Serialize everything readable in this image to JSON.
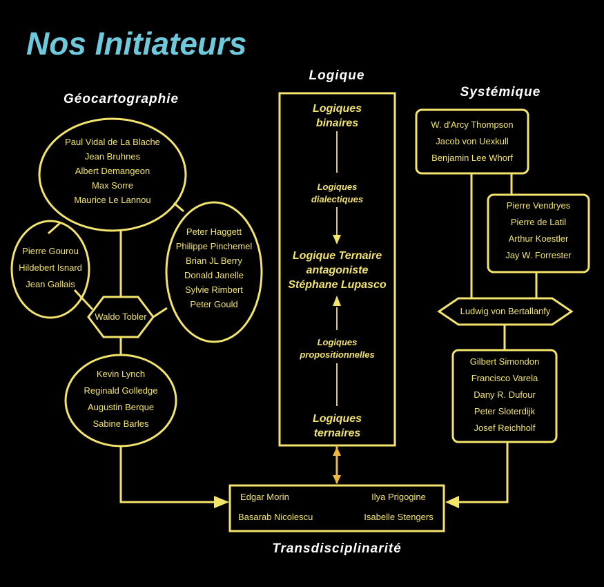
{
  "title": "Nos Initiateurs",
  "headers": {
    "geo": "Géocartographie",
    "logique": "Logique",
    "systemique": "Systémique",
    "trans": "Transdisciplinarité"
  },
  "geo": {
    "top": [
      "Paul Vidal de La Blache",
      "Jean Bruhnes",
      "Albert Demangeon",
      "Max Sorre",
      "Maurice Le Lannou"
    ],
    "left": [
      "Pierre Gourou",
      "Hildebert Isnard",
      "Jean Gallais"
    ],
    "right": [
      "Peter Haggett",
      "Philippe Pinchemel",
      "Brian JL Berry",
      "Donald Janelle",
      "Sylvie Rimbert",
      "Peter Gould"
    ],
    "center": "Waldo Tobler",
    "bottom": [
      "Kevin Lynch",
      "Reginald Golledge",
      "Augustin Berque",
      "Sabine Barles"
    ]
  },
  "logique": {
    "binaires": [
      "Logiques",
      "binaires"
    ],
    "dialectiques": [
      "Logiques",
      "dialectiques"
    ],
    "ternaire": [
      "Logique Ternaire",
      "antagoniste",
      "Stéphane Lupasco"
    ],
    "propositionnelles": [
      "Logiques",
      "propositionnelles"
    ],
    "ternaires": [
      "Logiques",
      "ternaires"
    ]
  },
  "systemique": {
    "box1": [
      "W. d'Arcy Thompson",
      "Jacob von Uexkull",
      "Benjamin Lee Whorf"
    ],
    "box2": [
      "Pierre Vendryes",
      "Pierre de Latil",
      "Arthur Koestler",
      "Jay W. Forrester"
    ],
    "center": "Ludwig von Bertallanfy",
    "box3": [
      "Gilbert Simondon",
      "Francisco Varela",
      "Dany R. Dufour",
      "Peter Sloterdijk",
      "Josef Reichholf"
    ]
  },
  "trans": {
    "names": [
      "Edgar Morin",
      "Ilya Prigogine",
      "Basarab Nicolescu",
      "Isabelle Stengers"
    ]
  },
  "colors": {
    "line": "#f3e46c",
    "title": "#6ec9dc",
    "arrow": "#f0b840"
  }
}
